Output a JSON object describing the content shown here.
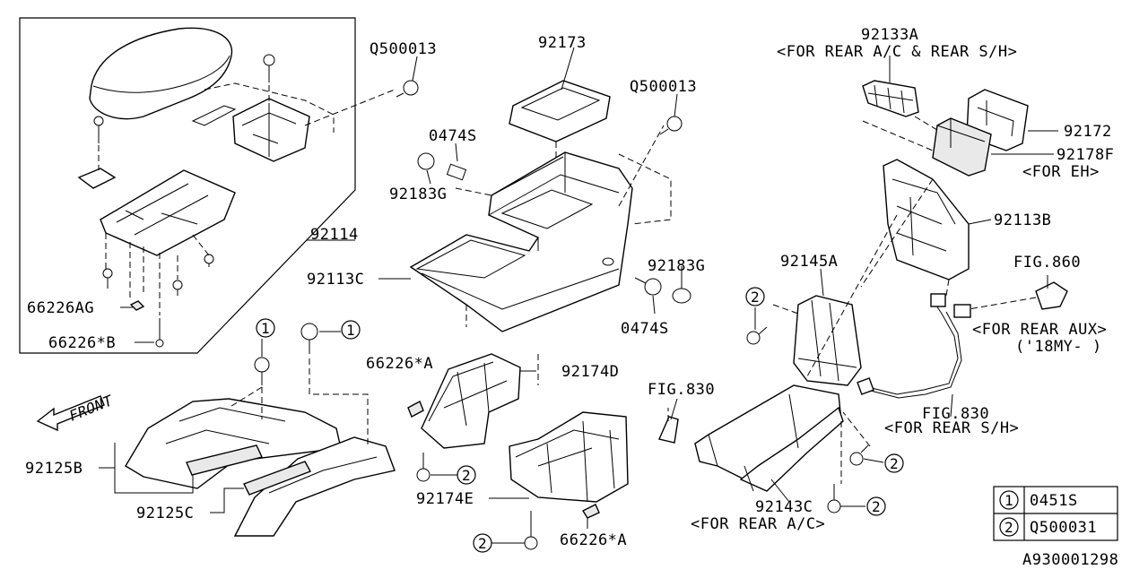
{
  "diagram_id": "A930001298",
  "labels": {
    "q500013_a": "Q500013",
    "p92173": "92173",
    "q500013_b": "Q500013",
    "p92133a": "92133A",
    "p92133a_note": "<FOR REAR A/C & REAR S/H>",
    "p92172": "92172",
    "p92178f": "92178F",
    "p92178f_note": "<FOR EH>",
    "p0474s_a": "0474S",
    "p92183g_a": "92183G",
    "p92113b": "92113B",
    "p92114": "92114",
    "p92113c": "92113C",
    "p92183g_b": "92183G",
    "p0474s_b": "0474S",
    "p92145a": "92145A",
    "fig860": "FIG.860",
    "fig860_note": "<FOR REAR AUX>",
    "fig860_note2": "('18MY-  )",
    "p66226ag": "66226AG",
    "p66226b": "66226*B",
    "p66226a_a": "66226*A",
    "p92174d": "92174D",
    "fig830_a": "FIG.830",
    "fig830_b": "FIG.830",
    "fig830_b_note": "<FOR REAR S/H>",
    "front": "FRONT",
    "p92125b": "92125B",
    "p92125c": "92125C",
    "p92174e": "92174E",
    "p66226a_b": "66226*A",
    "p92143c": "92143C",
    "p92143c_note": "<FOR REAR A/C>",
    "callout_1": "1",
    "callout_2": "2"
  },
  "legend": [
    {
      "num": "1",
      "part": "0451S"
    },
    {
      "num": "2",
      "part": "Q500031"
    }
  ]
}
